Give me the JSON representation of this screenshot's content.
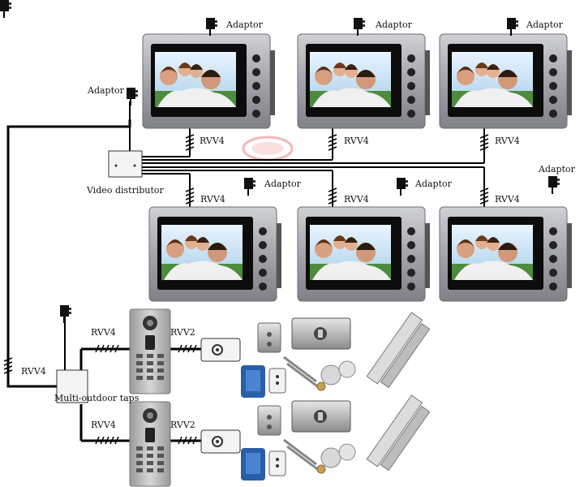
{
  "labels": {
    "adaptor": "Adaptor",
    "cable": "RVV4",
    "lock_cable": "RVV2",
    "video_distributor": "Video distributor",
    "multi_outdoor_taps": "Multi-outdoor taps"
  },
  "monitor_buttons": [
    "1",
    "2",
    "3",
    "4",
    "5"
  ],
  "colors": {
    "monitor_frame": "#a8aab0",
    "screen": "#0c0c0c",
    "wire": "#000000",
    "panel": "#b8b8b8",
    "watermark": "#e23030"
  },
  "icons": [
    "adaptor-icon",
    "monitor-icon",
    "door-panel-icon",
    "electric-lock-icon",
    "magnetic-lock-icon",
    "remote-control-icon",
    "rfid-tag-icon",
    "key-icon"
  ]
}
